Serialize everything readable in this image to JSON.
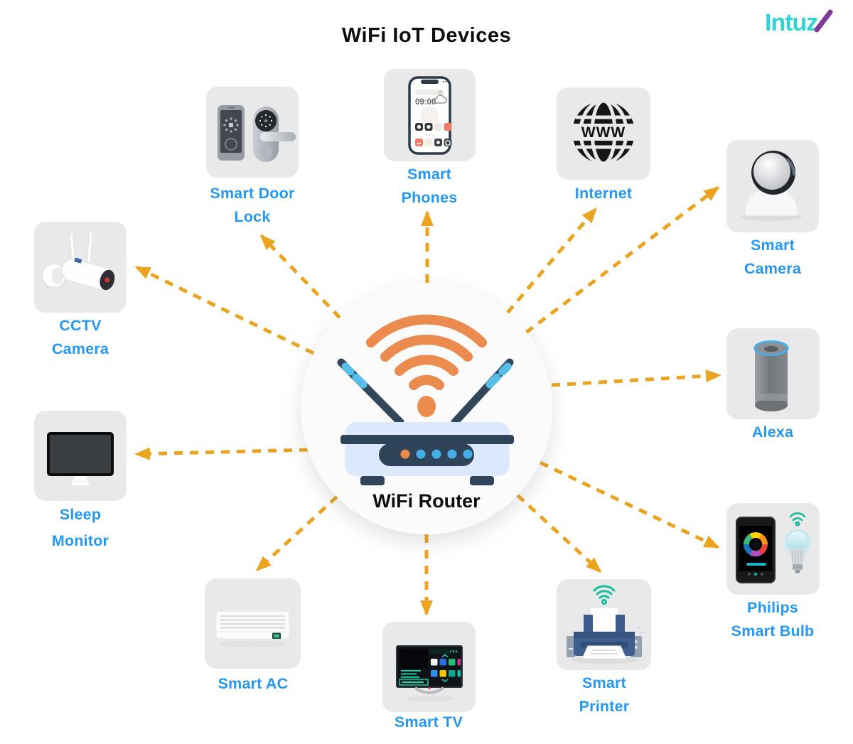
{
  "title": "WiFi IoT Devices",
  "logo": {
    "text": "Intuz"
  },
  "center": {
    "label": "WiFi Router"
  },
  "devices": {
    "door_lock": {
      "lines": [
        "Smart Door",
        "Lock"
      ]
    },
    "phones": {
      "lines": [
        "Smart",
        "Phones"
      ],
      "screen_time": "09:00"
    },
    "internet": {
      "lines": [
        "Internet"
      ],
      "globe_text": "WWW"
    },
    "camera": {
      "lines": [
        "Smart",
        "Camera"
      ]
    },
    "alexa": {
      "lines": [
        "Alexa"
      ]
    },
    "philips": {
      "lines": [
        "Philips",
        "Smart Bulb"
      ]
    },
    "printer": {
      "lines": [
        "Smart",
        "Printer"
      ]
    },
    "tv": {
      "lines": [
        "Smart TV"
      ]
    },
    "ac": {
      "lines": [
        "Smart AC"
      ]
    },
    "sleep": {
      "lines": [
        "Sleep",
        "Monitor"
      ]
    },
    "cctv": {
      "lines": [
        "CCTV",
        "Camera"
      ]
    }
  },
  "colors": {
    "label_blue": "#2498F0",
    "arrow_orange": "#EBA41F",
    "wifi_orange": "#EC8B4E",
    "card_gray": "#E9E9E9",
    "router_navy": "#2F4459",
    "router_body_blue": "#DCE8FC",
    "logo_cyan": "#2FD4D4",
    "logo_purple": "#7D3A96",
    "printer_wifi_green": "#17BF9E"
  }
}
